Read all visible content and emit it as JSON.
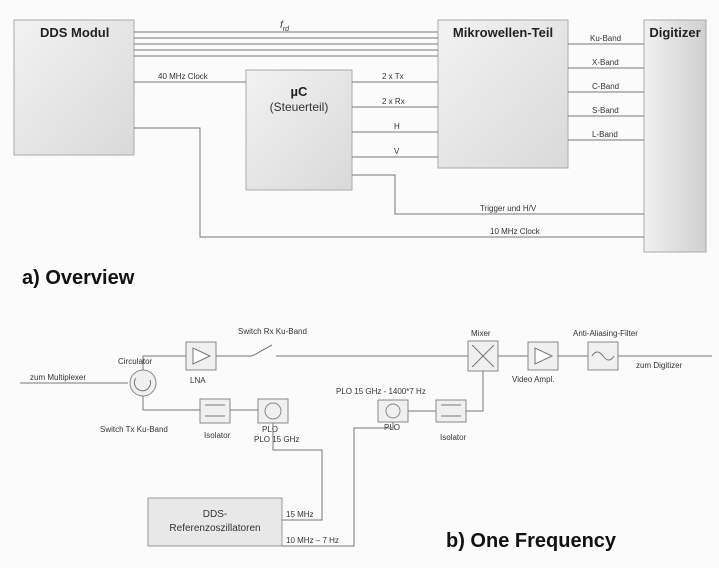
{
  "overview": {
    "dds_module": "DDS Modul",
    "freq_label": "f",
    "freq_sub": "rd",
    "microwave": "Mikrowellen-Teil",
    "digitizer": "Digitizer",
    "uc_title": "µC",
    "uc_sub": "(Steuerteil)",
    "clock40": "40 MHz Clock",
    "tx": "2 x Tx",
    "rx": "2 x Rx",
    "h": "H",
    "v": "V",
    "bands": [
      "Ku-Band",
      "X-Band",
      "C-Band",
      "S-Band",
      "L-Band"
    ],
    "trigger": "Trigger und H/V",
    "clock10": "10 MHz Clock",
    "caption": "a)  Overview"
  },
  "onefreq": {
    "circulator": "Circulator",
    "zum_multiplexer": "zum Multiplexer",
    "lna": "LNA",
    "switch_rx": "Switch Rx Ku-Band",
    "mixer": "Mixer",
    "video_ampl": "Video Ampl.",
    "aa_filter": "Anti-Aliasing-Filter",
    "zum_digitizer": "zum Digitizer",
    "switch_tx": "Switch Tx Ku-Band",
    "isolator1": "Isolator",
    "plo_left": "PLO",
    "plo_left_sub": "PLO 15 GHz",
    "plo_right_title": "PLO 15 GHz - 1400*7 Hz",
    "plo_right": "PLO",
    "isolator2": "Isolator",
    "dds_ref1": "DDS-",
    "dds_ref2": "Referenzoszillatoren",
    "mhz15": "15 MHz",
    "mhz10": "10 MHz – 7 Hz",
    "caption": "b)  One Frequency"
  }
}
